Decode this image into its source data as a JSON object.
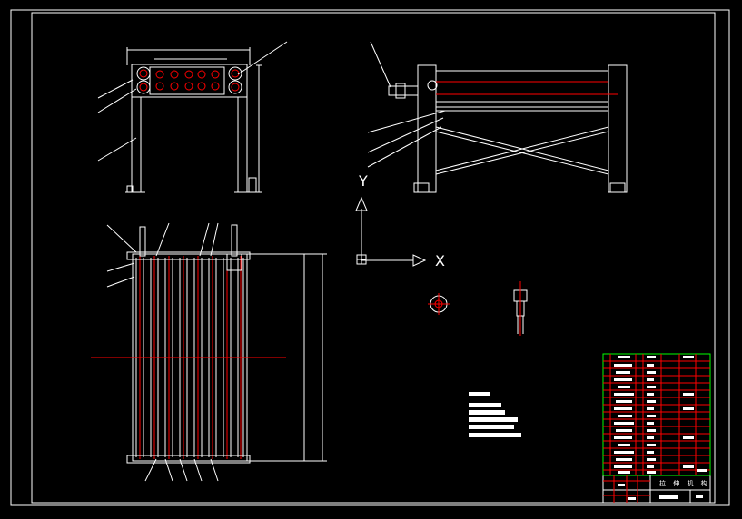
{
  "drawing": {
    "title": "拉 伸 机 构",
    "background": "#000000",
    "line_color": "#ffffff",
    "center_color": "#ff0000"
  },
  "ucs": {
    "x_label": "X",
    "y_label": "Y"
  }
}
